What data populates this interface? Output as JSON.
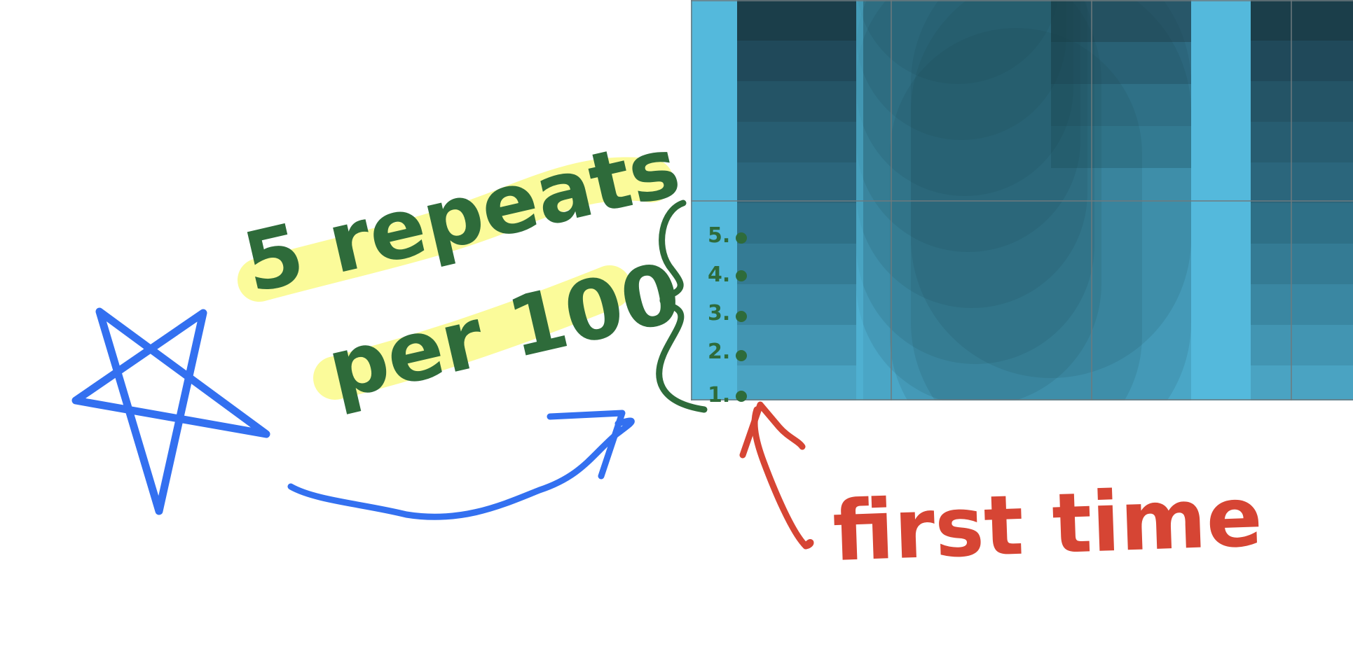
{
  "annotation_main": {
    "line1": "5 repeats",
    "line2": "per 100"
  },
  "annotation_first": "first time",
  "row_labels": [
    "5.",
    "4.",
    "3.",
    "2.",
    "1."
  ],
  "colors": {
    "green_ink": "#2e6b3a",
    "red_ink": "#d64534",
    "blue_ink": "#3370f0",
    "highlight": "#fbfb9a",
    "grid_base": "#54b9dc",
    "grid_dark": "#1b3e4a"
  },
  "icons": [
    "star-icon",
    "curved-arrow-icon",
    "brace-icon",
    "up-arrow-icon"
  ]
}
